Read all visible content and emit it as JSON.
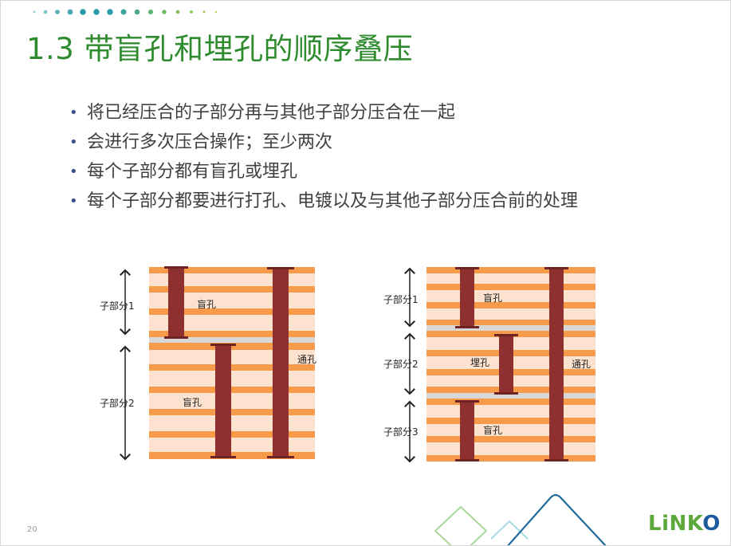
{
  "title": "1.3 带盲孔和埋孔的顺序叠压",
  "bullets": [
    "将已经压合的子部分再与其他子部分压合在一起",
    "会进行多次压合操作；至少两次",
    "每个子部分都有盲孔或埋孔",
    "每个子部分都要进行打孔、电镀以及与其他子部分压合前的处理"
  ],
  "diagram_left": {
    "subparts": [
      "子部分1",
      "子部分2"
    ],
    "hole_labels": {
      "blind_top": "盲孔",
      "blind_bottom": "盲孔",
      "through": "通孔"
    }
  },
  "diagram_right": {
    "subparts": [
      "子部分1",
      "子部分2",
      "子部分3"
    ],
    "hole_labels": {
      "blind_top": "盲孔",
      "buried": "埋孔",
      "blind_bottom": "盲孔",
      "through": "通孔"
    }
  },
  "slide_number": "20",
  "logo": {
    "part1": "LiNK",
    "part2": "O"
  },
  "colors": {
    "title": "#2e8b2e",
    "copper_layer": "#f79a4a",
    "prepreg_layer": "#fde3cf",
    "separator": "#d8d8d8",
    "hole": "#8f3030",
    "bullet_text": "#404040"
  }
}
